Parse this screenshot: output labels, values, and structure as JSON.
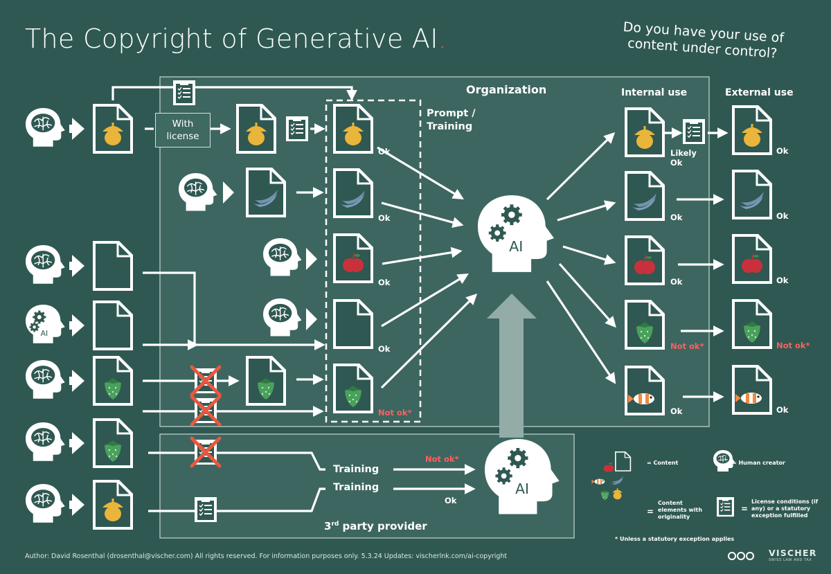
{
  "title": "The Copyright of Generative AI",
  "title_dot": ".",
  "subtitle": "Do you have your use of content under control?",
  "headers": {
    "organization": "Organization",
    "prompt_training": "Prompt / Training",
    "internal_use": "Internal use",
    "external_use": "External use",
    "third_party": "3",
    "third_party_sup": "rd",
    "third_party_rest": " party provider"
  },
  "license_box": "With license",
  "status": {
    "ok": "Ok",
    "not_ok": "Not ok*",
    "likely_ok": "Likely Ok"
  },
  "training": {
    "label1": "Training",
    "label2": "Training",
    "status1": "Not ok*",
    "status2": "Ok"
  },
  "ai_label": "AI",
  "legend": {
    "content": "= Content",
    "human_creator": "= Human creator",
    "elements_eq": "=",
    "elements": "Content elements with originality",
    "license_eq": "=",
    "license": "License conditions (if any) or a statutory exception fulfilled",
    "footnote": "* Unless a statutory exception applies"
  },
  "footer": "Author: David Rosenthal (drosenthal@vischer.com)  All rights reserved. For information purposes only. 5.3.24  Updates: vischerlnk.com/ai-copyright",
  "brand": {
    "name": "VISCHER",
    "tagline": "SWISS LAW AND TAX"
  },
  "colors": {
    "background": "#2f5852",
    "panel": "#3d6660",
    "accent_red": "#e8583f",
    "not_ok": "#ff5f5f",
    "acorn": "#e9b53a",
    "banana": "#7f9dba",
    "apple": "#c8313b",
    "strawberry": "#4aa05c",
    "fish": "#f08a3d"
  }
}
